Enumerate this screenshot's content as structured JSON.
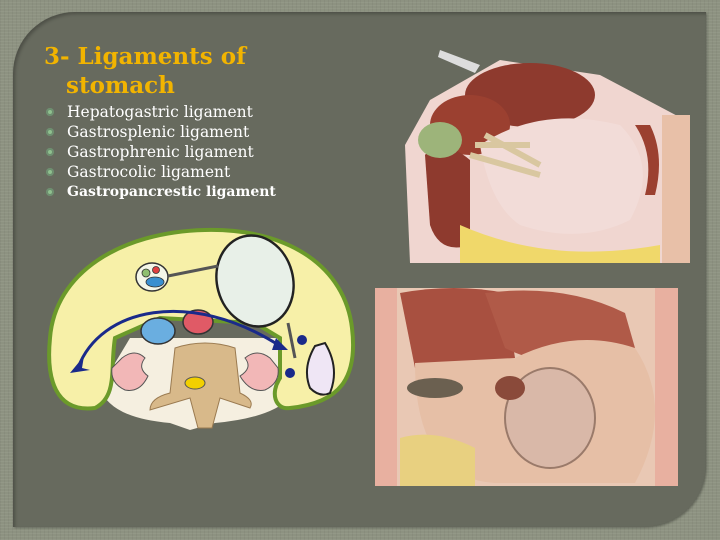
{
  "slide": {
    "title_line1": "3- Ligaments of",
    "title_line2": "stomach",
    "bullets": [
      {
        "label": "Hepatogastric ligament",
        "bold": false
      },
      {
        "label": "Gastrosplenic ligament",
        "bold": false
      },
      {
        "label": "Gastrophrenic ligament",
        "bold": false
      },
      {
        "label": "Gastrocolic ligament",
        "bold": false
      },
      {
        "label": "Gastropancrestic ligament",
        "bold": true
      }
    ],
    "colors": {
      "title": "#f2b400",
      "bullet_text": "#ffffff",
      "panel": "#676a5e",
      "background": "#8d9281"
    },
    "figures": [
      {
        "name": "abdominal-cross-section-diagram"
      },
      {
        "name": "stomach-ligaments-anatomy-illustration-top"
      },
      {
        "name": "stomach-omental-bursa-anatomy-illustration-bottom"
      }
    ]
  }
}
